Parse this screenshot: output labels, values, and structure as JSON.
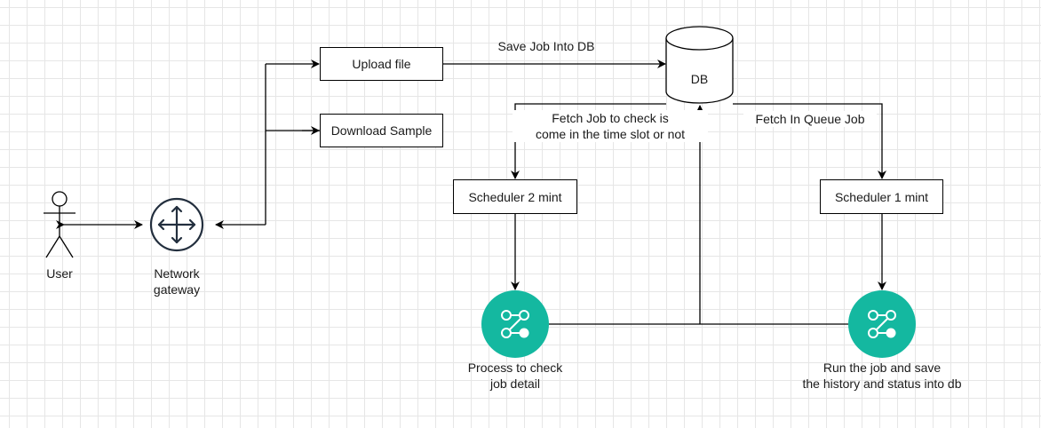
{
  "colors": {
    "process_fill": "#14b8a0",
    "line": "#000000",
    "gateway_stroke": "#232f3e"
  },
  "nodes": {
    "user": {
      "label": "User",
      "icon": "stick-figure-actor"
    },
    "gateway": {
      "label_line1": "Network",
      "label_line2": "gateway",
      "icon": "router-arrows-icon"
    },
    "upload": {
      "label": "Upload file"
    },
    "download": {
      "label": "Download Sample"
    },
    "db": {
      "label": "DB",
      "icon": "database-cylinder"
    },
    "sched2": {
      "label": "Scheduler 2 mint"
    },
    "sched1": {
      "label": "Scheduler 1 mint"
    },
    "proc_check": {
      "label_line1": "Process to check",
      "label_line2": "job detail",
      "icon": "workflow-icon"
    },
    "proc_run": {
      "label_line1": "Run the job and save",
      "label_line2": "the history and status into db",
      "icon": "workflow-icon"
    }
  },
  "edges": {
    "save_job": "Save Job Into DB",
    "fetch_check_line1": "Fetch Job to check is",
    "fetch_check_line2": "come in the time slot or not",
    "fetch_queue": "Fetch In Queue Job"
  }
}
